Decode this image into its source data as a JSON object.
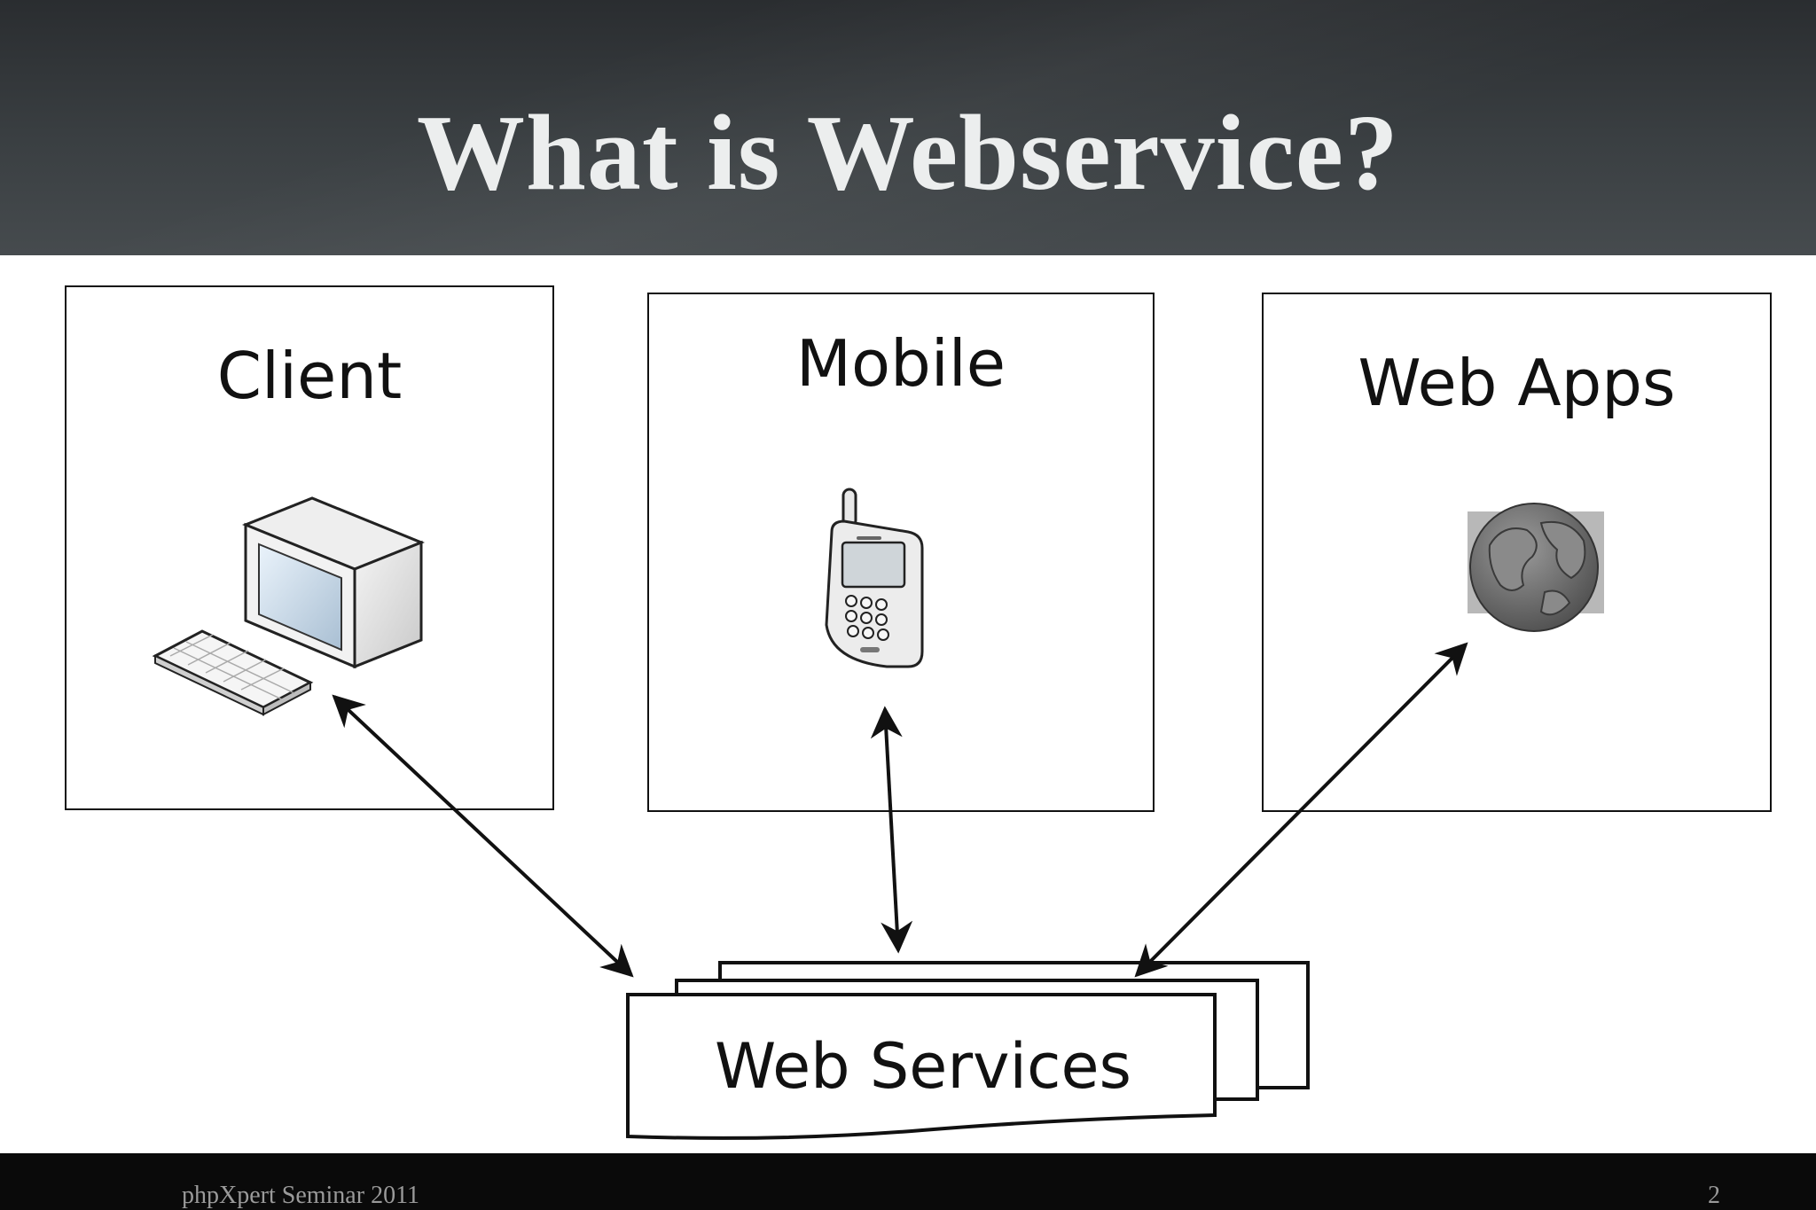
{
  "slide": {
    "title": "What is Webservice?",
    "footer_text": "phpXpert Seminar 2011",
    "page_number": "2"
  },
  "diagram": {
    "panels": [
      {
        "label": "Client",
        "icon": "desktop-computer-icon"
      },
      {
        "label": "Mobile",
        "icon": "mobile-phone-icon"
      },
      {
        "label": "Web Apps",
        "icon": "globe-icon"
      }
    ],
    "hub_label": "Web Services",
    "connectors": [
      "client-webservices-arrow",
      "mobile-webservices-arrow",
      "webapps-webservices-arrow"
    ]
  },
  "colors": {
    "header_bg": "#3a3f42",
    "title_text": "#eceeee",
    "footer_bg": "#0a0a0a",
    "footer_text": "#9a9a9a"
  }
}
